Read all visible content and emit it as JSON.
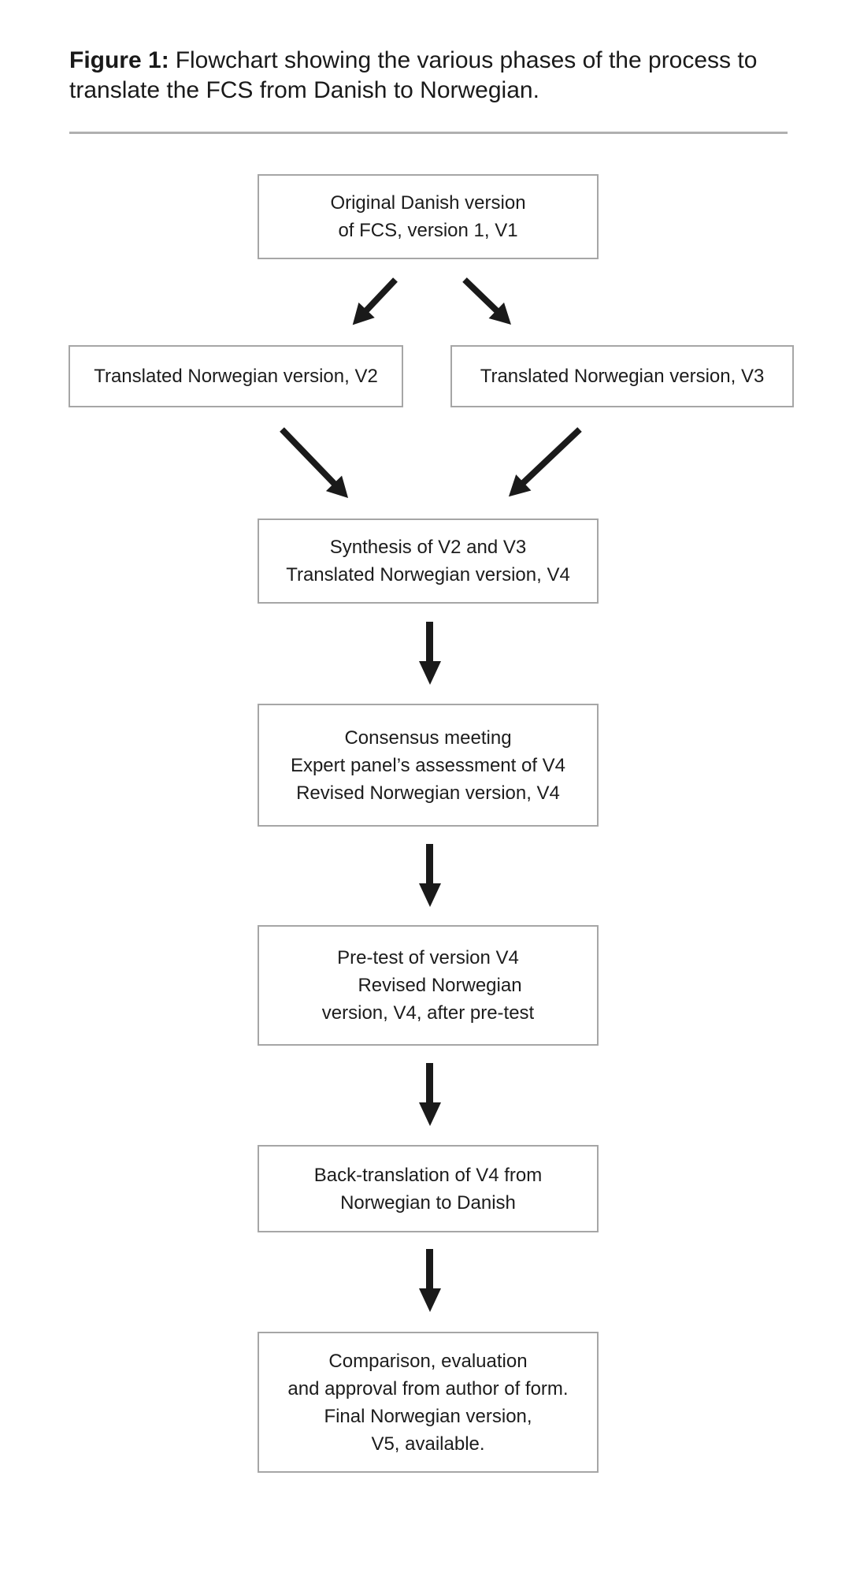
{
  "figure": {
    "caption_label": "Figure 1:",
    "caption_line1": "Flowchart showing the various phases of the process to",
    "caption_line2": "translate the FCS from Danish to Norwegian."
  },
  "flowchart": {
    "nodes": [
      {
        "id": "v1",
        "lines": [
          "Original Danish version",
          "of FCS, version 1, V1"
        ]
      },
      {
        "id": "v2",
        "lines": [
          "Translated Norwegian version, V2"
        ]
      },
      {
        "id": "v3",
        "lines": [
          "Translated Norwegian version, V3"
        ]
      },
      {
        "id": "v4-synthesis",
        "lines": [
          "Synthesis of V2 and V3",
          "Translated Norwegian version, V4"
        ]
      },
      {
        "id": "consensus",
        "lines": [
          "Consensus meeting",
          "Expert panel’s assessment of V4",
          "Revised Norwegian version, V4"
        ]
      },
      {
        "id": "pretest",
        "lines": [
          "Pre-test of version V4",
          "Revised Norwegian",
          "version, V4, after pre-test"
        ]
      },
      {
        "id": "backtranslation",
        "lines": [
          "Back-translation of V4 from",
          "Norwegian to Danish"
        ]
      },
      {
        "id": "final",
        "lines": [
          "Comparison, evaluation",
          "and approval from author of form.",
          "Final Norwegian version,",
          "V5, available."
        ]
      }
    ],
    "colors": {
      "box_border": "#a6a6a6",
      "text": "#1c1c1c",
      "arrow": "#1a1a1a",
      "divider": "#b0b0b0",
      "background": "#ffffff"
    }
  }
}
